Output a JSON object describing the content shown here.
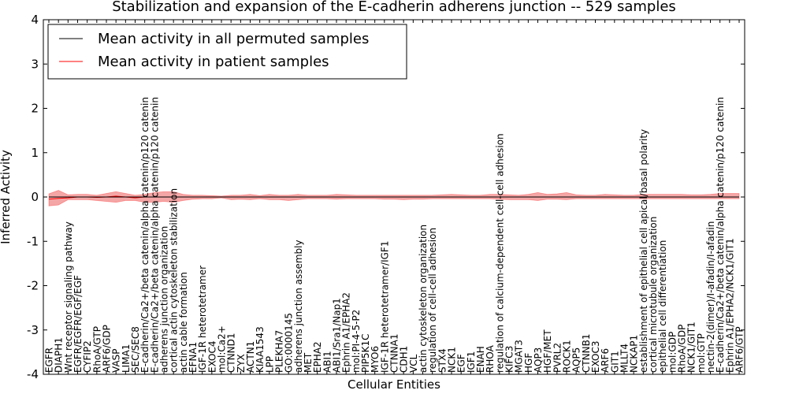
{
  "chart_data": {
    "type": "line",
    "title": "Stabilization and expansion of the E-cadherin adherens junction -- 529 samples",
    "xlabel": "Cellular Entities",
    "ylabel": "Inferred Activity",
    "ylim": [
      -4,
      4
    ],
    "yticks": [
      "-4",
      "-3",
      "-2",
      "-1",
      "0",
      "1",
      "2",
      "3",
      "4"
    ],
    "grid": false,
    "legend_position": "top-left",
    "categories": [
      "EGFR",
      "DIAPH1",
      "Wnt receptor signaling pathway",
      "EGFR/EGFR/EGF/EGF",
      "CYFIP2",
      "RhoA/GTP",
      "ARF6/GDP",
      "VASP",
      "LIMA1",
      "SEC/SEC8",
      "E-cadherin/Ca2+/beta catenin/alpha catenin/p120 catenin",
      "E-cadherin/Ca2+/beta catenin/alpha catenin/p120 catenin",
      "adherens junction organization",
      "cortical actin cytoskeleton stabilization",
      "actin cable formation",
      "EFNA1",
      "IGF-1R heterotetramer",
      "EXOC4",
      "mol:Ca2+",
      "CTNND1",
      "ZYX",
      "ACTN1",
      "KIAA1543",
      "LPP",
      "PLEKHA7",
      "GO:0000145",
      "adherens junction assembly",
      "MET",
      "EPHA2",
      "ABI1",
      "ABI1/Sra1/Nap1",
      "Ephrin A1/EPHA2",
      "mol:PI-4-5-P2",
      "PIP5K1C",
      "MYO6",
      "IGF-1R heterotetramer/IGF1",
      "CTNNA1",
      "CDH1",
      "VCL",
      "actin cytoskeleton organization",
      "regulation of cell-cell adhesion",
      "STX4",
      "NCK1",
      "EGF",
      "IGF1",
      "ENAH",
      "RHOA",
      "regulation of calcium-dependent cell-cell adhesion",
      "KIFC3",
      "MGAT3",
      "HGF",
      "AQP3",
      "HGF/MET",
      "PVRL2",
      "ROCK1",
      "AQP5",
      "CTNNB1",
      "EXOC3",
      "ARF6",
      "GIT1",
      "MLLT4",
      "NCKAP1",
      "establishment of epithelial cell apical/basal polarity",
      "cortical microtubule organization",
      "epithelial cell differentiation",
      "mol:GDP",
      "RhoA/GDP",
      "NCK1/GIT1",
      "mol:GTP",
      "nectin-2(dimer)/I-afadin/I-afadin",
      "E-cadherin/Ca2+/beta catenin/alpha catenin/p120 catenin",
      "Ephrin A1/EPHA2/NCK1/GIT1",
      "ARF6/GTP"
    ],
    "series": [
      {
        "name": "Mean activity in all permuted samples",
        "color": "#000000",
        "values": [
          0,
          0,
          0,
          0,
          0,
          0,
          0,
          0,
          0,
          0,
          0,
          0,
          0,
          0,
          0,
          0,
          0,
          0,
          0,
          0,
          0,
          0,
          0,
          0,
          0,
          0,
          0,
          0,
          0,
          0,
          0,
          0,
          0,
          0,
          0,
          0,
          0,
          0,
          0,
          0,
          0,
          0,
          0,
          0,
          0,
          0,
          0,
          0,
          0,
          0,
          0,
          0,
          0,
          0,
          0,
          0,
          0,
          0,
          0,
          0,
          0,
          0,
          0,
          0,
          0,
          0,
          0,
          0,
          0,
          0,
          0,
          0,
          0
        ]
      },
      {
        "name": "Mean activity in patient samples",
        "color": "#ff0000",
        "band_color": "#f08080",
        "values": [
          -0.05,
          -0.03,
          -0.02,
          0,
          0,
          -0.01,
          0,
          0.02,
          0,
          -0.02,
          0,
          0,
          0,
          0,
          0,
          0,
          0,
          0,
          0,
          0,
          0,
          0,
          0,
          0,
          0,
          0,
          0,
          0,
          0,
          0,
          0,
          0,
          0,
          0,
          0,
          0,
          0,
          0,
          0,
          0,
          0,
          0,
          0,
          0,
          0,
          0,
          0,
          0,
          0,
          0,
          0,
          0,
          0,
          0,
          0,
          0,
          0,
          0,
          0,
          0,
          0,
          0,
          0,
          0,
          0,
          0,
          0,
          0,
          0,
          0,
          0,
          0,
          0
        ],
        "band_upper": [
          0.07,
          0.15,
          0.05,
          0.06,
          0.06,
          0.04,
          0.08,
          0.12,
          0.08,
          0.04,
          0.06,
          0.1,
          0.12,
          0.12,
          0.06,
          0.04,
          0.04,
          0.03,
          0.02,
          0.04,
          0.04,
          0.06,
          0.03,
          0.06,
          0.04,
          0.04,
          0.06,
          0.04,
          0.04,
          0.04,
          0.06,
          0.05,
          0.04,
          0.04,
          0.04,
          0.04,
          0.04,
          0.04,
          0.04,
          0.04,
          0.04,
          0.05,
          0.06,
          0.05,
          0.04,
          0.04,
          0.06,
          0.06,
          0.05,
          0.04,
          0.06,
          0.1,
          0.06,
          0.07,
          0.1,
          0.05,
          0.04,
          0.04,
          0.06,
          0.05,
          0.04,
          0.04,
          0.06,
          0.06,
          0.06,
          0.06,
          0.06,
          0.05,
          0.05,
          0.06,
          0.08,
          0.08,
          0.08
        ],
        "band_lower": [
          -0.2,
          -0.18,
          -0.06,
          -0.06,
          -0.06,
          -0.08,
          -0.1,
          -0.12,
          -0.08,
          -0.08,
          -0.12,
          -0.12,
          -0.1,
          -0.12,
          -0.08,
          -0.05,
          -0.04,
          -0.04,
          -0.02,
          -0.06,
          -0.05,
          -0.06,
          -0.04,
          -0.06,
          -0.06,
          -0.08,
          -0.06,
          -0.04,
          -0.04,
          -0.04,
          -0.05,
          -0.04,
          -0.04,
          -0.04,
          -0.04,
          -0.05,
          -0.05,
          -0.06,
          -0.05,
          -0.05,
          -0.04,
          -0.04,
          -0.04,
          -0.04,
          -0.04,
          -0.04,
          -0.04,
          -0.05,
          -0.06,
          -0.06,
          -0.06,
          -0.08,
          -0.05,
          -0.05,
          -0.06,
          -0.04,
          -0.04,
          -0.04,
          -0.04,
          -0.04,
          -0.04,
          -0.04,
          -0.04,
          -0.04,
          -0.04,
          -0.04,
          -0.04,
          -0.04,
          -0.04,
          -0.04,
          -0.04,
          -0.04,
          -0.04
        ]
      }
    ]
  }
}
